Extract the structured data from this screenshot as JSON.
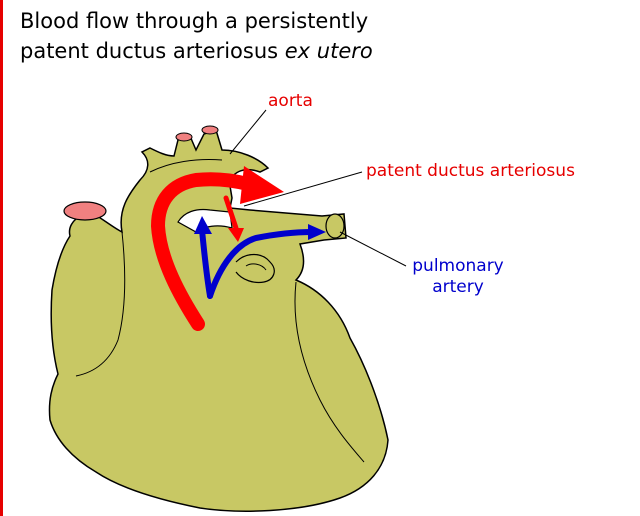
{
  "title": {
    "line1": "Blood flow through a persistently",
    "line2_prefix": "patent ductus arteriosus ",
    "line2_italic": "ex utero"
  },
  "labels": {
    "aorta": "aorta",
    "patent_ductus": "patent ductus arteriosus",
    "pulmonary_line1": "pulmonary",
    "pulmonary_line2": "artery"
  },
  "colors": {
    "heart_fill": "#c8c864",
    "outline": "#000000",
    "vessel_cut": "#f08080",
    "oxygenated_flow": "#ff0000",
    "deoxygenated_flow": "#0000cc",
    "label_red": "#e60000",
    "label_blue": "#0000cc",
    "left_border": "#e60000"
  }
}
